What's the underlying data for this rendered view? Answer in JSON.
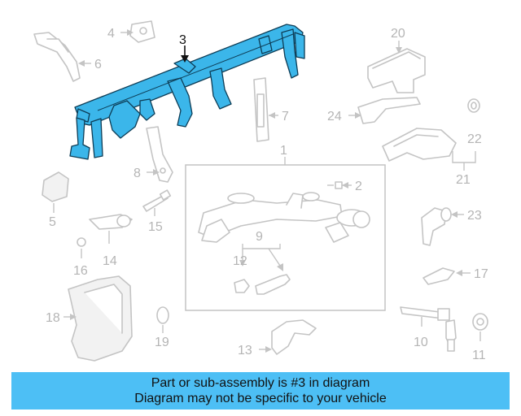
{
  "callouts": {
    "c1": "1",
    "c2": "2",
    "c3": "3",
    "c4": "4",
    "c5": "5",
    "c6": "6",
    "c7": "7",
    "c8": "8",
    "c9": "9",
    "c10": "10",
    "c11": "11",
    "c12": "12",
    "c13": "13",
    "c14": "14",
    "c15": "15",
    "c16": "16",
    "c17": "17",
    "c18": "18",
    "c19": "19",
    "c20": "20",
    "c21": "21",
    "c22": "22",
    "c23": "23",
    "c24": "24"
  },
  "highlight": {
    "callout": "3",
    "color": "#3bb6ea"
  },
  "banner": {
    "line1": "Part or sub-assembly is #3 in diagram",
    "line2": "Diagram may not be specific to your vehicle",
    "color": "#4dbff5"
  }
}
